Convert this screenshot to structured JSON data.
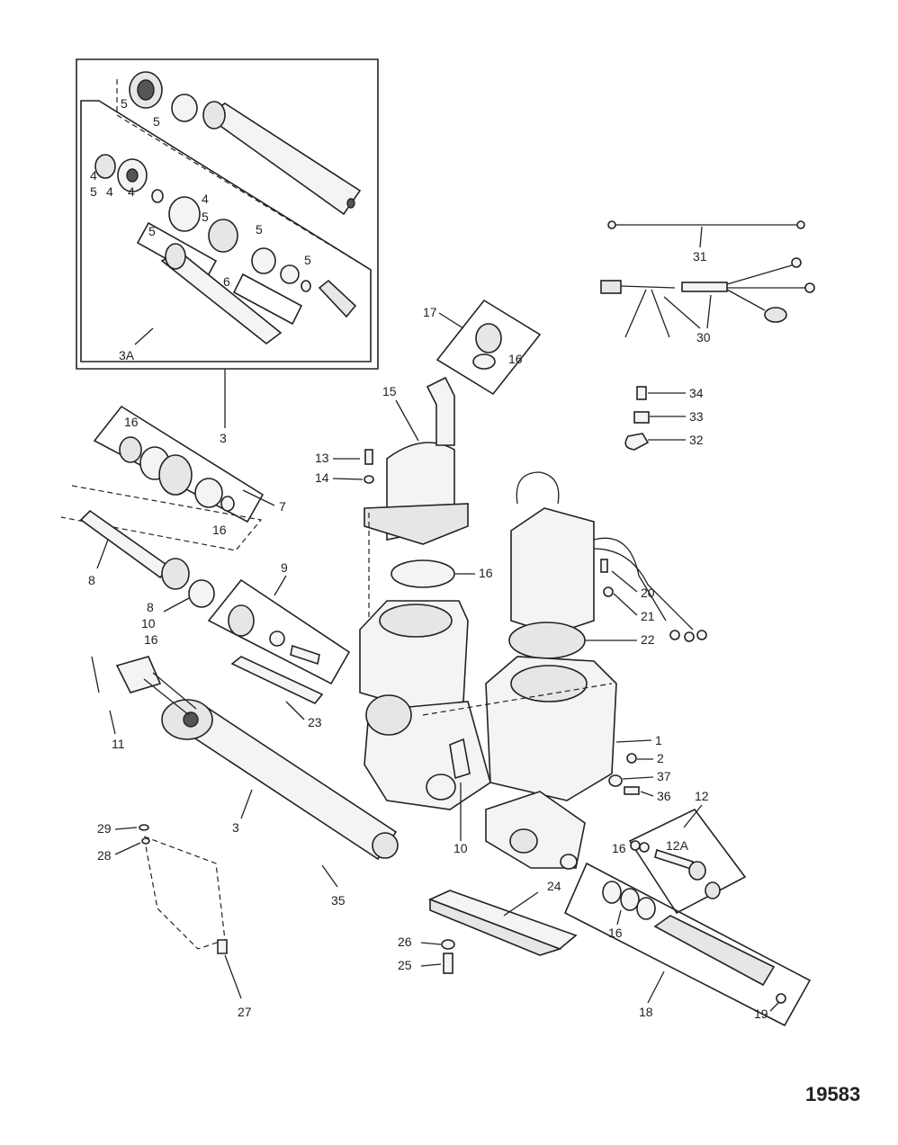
{
  "figure_number": "19583",
  "callouts": {
    "c5a": "5",
    "c5b": "5",
    "c4a": "4",
    "c5c": "5",
    "c4b": "4",
    "c4c": "4",
    "c4d": "4",
    "c5d": "5",
    "c5e": "5",
    "c5f": "5",
    "c5g": "5",
    "c6": "6",
    "c3A": "3A",
    "c3top": "3",
    "c17": "17",
    "c16a": "16",
    "c15": "15",
    "c13": "13",
    "c14": "14",
    "c16b": "16",
    "c7": "7",
    "c16c": "16",
    "c16d": "16",
    "c8a": "8",
    "c8b": "8",
    "c10a": "10",
    "c16e": "16",
    "c9": "9",
    "c11": "11",
    "c23": "23",
    "c3mid": "3",
    "c29": "29",
    "c28": "28",
    "c35": "35",
    "c27": "27",
    "c10b": "10",
    "c1": "1",
    "c2": "2",
    "c37": "37",
    "c36": "36",
    "c12": "12",
    "c16f": "16",
    "c12A": "12A",
    "c16g": "16",
    "c18": "18",
    "c19": "19",
    "c24": "24",
    "c26": "26",
    "c25": "25",
    "c20": "20",
    "c21": "21",
    "c22": "22",
    "c31": "31",
    "c30": "30",
    "c34": "34",
    "c33": "33",
    "c32": "32"
  }
}
